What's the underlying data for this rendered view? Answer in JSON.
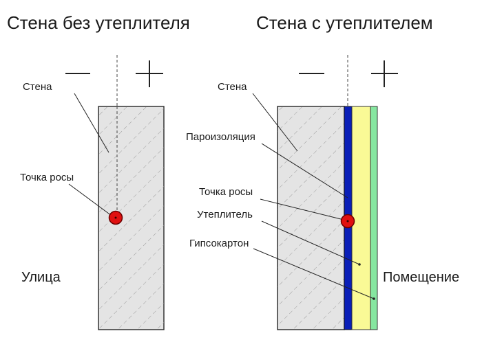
{
  "left_panel": {
    "title": "Стена без утеплителя",
    "minus_sign": "−",
    "plus_sign": "+",
    "labels": {
      "wall": "Стена",
      "dew_point": "Точка росы",
      "street": "Улица"
    }
  },
  "right_panel": {
    "title": "Стена с утеплителем",
    "minus_sign": "−",
    "plus_sign": "+",
    "labels": {
      "wall": "Стена",
      "vapor_barrier": "Пароизоляция",
      "dew_point": "Точка росы",
      "insulation": "Утеплитель",
      "drywall": "Гипсокартон",
      "room": "Помещение"
    }
  },
  "colors": {
    "wall_fill": "#e4e4e4",
    "wall_hatch": "#9a9a9a",
    "vapor_barrier": "#0a1fb8",
    "insulation": "#fafa96",
    "drywall": "#86e6a0",
    "dew_point_marker": "#e01010",
    "text": "#1a1a1a"
  }
}
